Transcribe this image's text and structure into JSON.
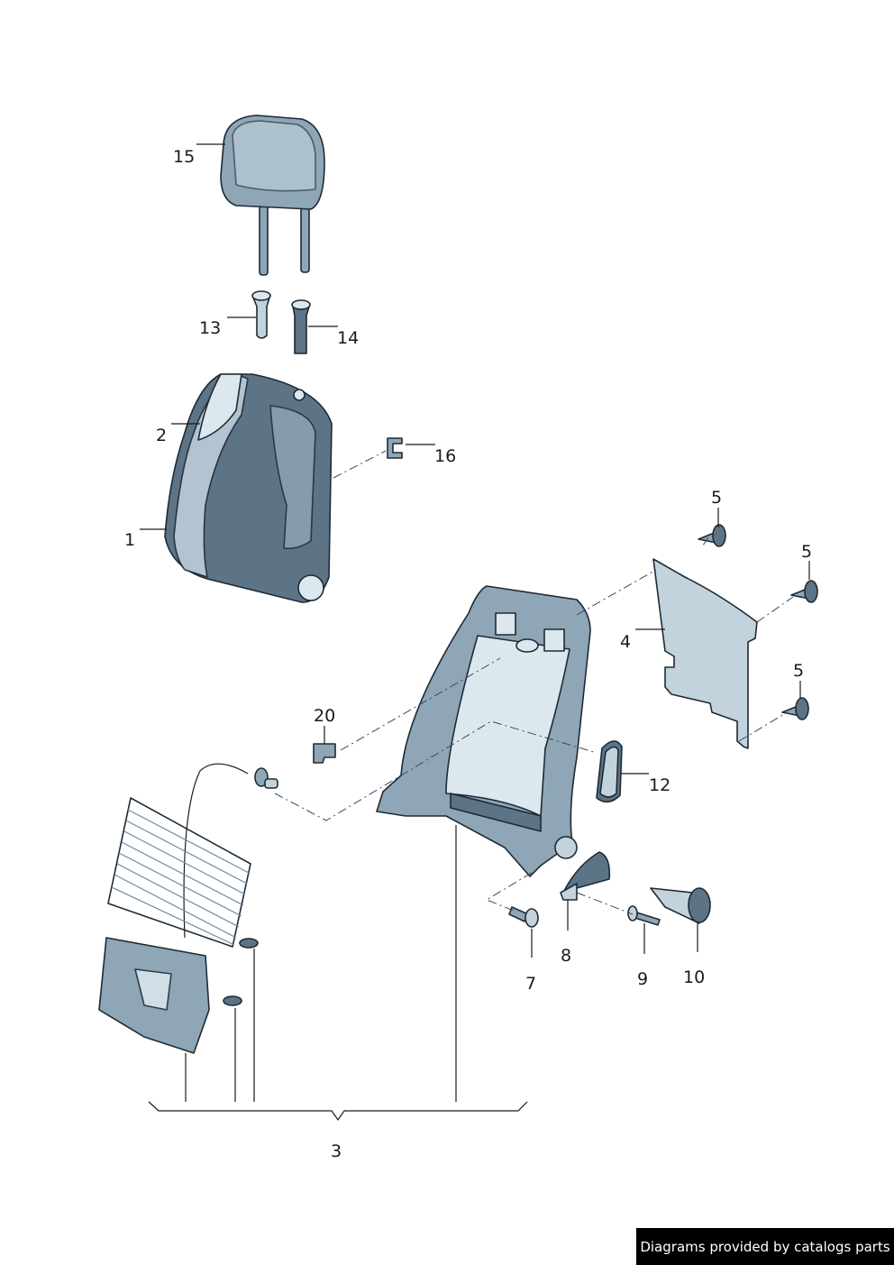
{
  "labels": {
    "p1": "1",
    "p2": "2",
    "p3": "3",
    "p4": "4",
    "p5a": "5",
    "p5b": "5",
    "p5c": "5",
    "p7": "7",
    "p8": "8",
    "p9": "9",
    "p10": "10",
    "p12": "12",
    "p13": "13",
    "p14": "14",
    "p15": "15",
    "p16": "16",
    "p20": "20"
  },
  "credit": "Diagrams provided by catalogs parts",
  "colors": {
    "part_dark": "#5c7486",
    "part_light": "#c3d3dd",
    "line": "#1a1a1a",
    "credit_bg": "#000000"
  }
}
